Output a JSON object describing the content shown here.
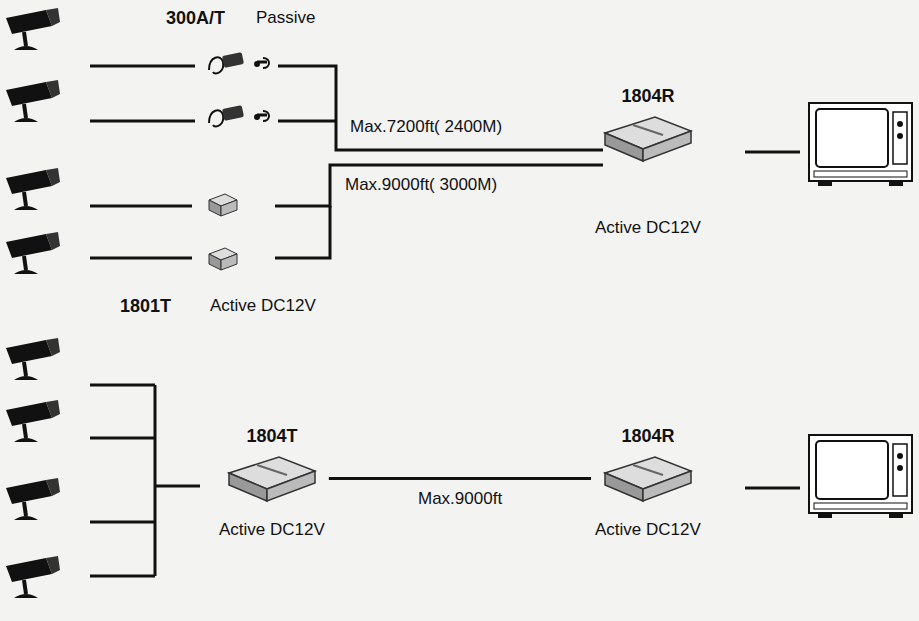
{
  "diagram": {
    "nodes": [
      {
        "text": [
          "1804R",
          "Active DC12V"
        ]
      },
      {
        "text": [
          "1804T",
          "Active DC12V"
        ]
      },
      {
        "text": [
          "1804R",
          "Active DC12V"
        ]
      }
    ],
    "edges": [
      {
        "from": 1,
        "to": 2,
        "label": "Max.9000ft",
        "arrow": "none"
      }
    ],
    "labels": [
      "300A/T",
      "Passive",
      "Max.7200ft( 2400M)",
      "Max.9000ft( 3000M)",
      "1801T",
      "Active DC12V"
    ]
  }
}
